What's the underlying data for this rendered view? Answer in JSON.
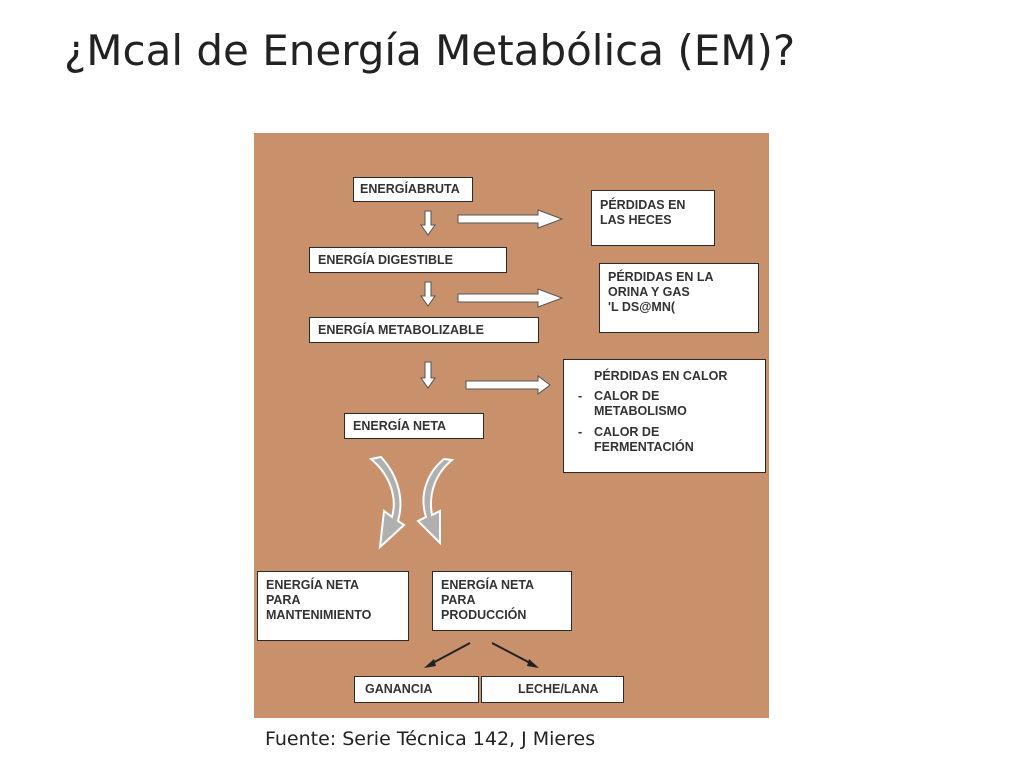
{
  "title": "¿Mcal de Energía Metabólica (EM)?",
  "source": "Fuente: Serie Técnica 142, J Mieres",
  "colors": {
    "background": "#c8916c",
    "box": "#ffffff",
    "border": "#2b2b2b",
    "bend_arrow": "#b0b0b0"
  },
  "diagram": {
    "energia_bruta": "ENERGÍABRUTA",
    "energia_digestible": "ENERGÍA DIGESTIBLE",
    "energia_metabolizable": "ENERGÍA METABOLIZABLE",
    "energia_neta": "ENERGÍA NETA",
    "perdidas_heces": [
      "PÉRDIDAS EN",
      "LAS HECES"
    ],
    "perdidas_orina": [
      "PÉRDIDAS EN LA",
      "ORINA Y GAS",
      "'L DS@MN("
    ],
    "perdidas_calor": {
      "title": "PÉRDIDAS  EN  CALOR",
      "items": [
        {
          "dash": "-",
          "lines": [
            "CALOR  DE",
            "METABOLISMO"
          ]
        },
        {
          "dash": "-",
          "lines": [
            "CALOR  DE",
            "FERMENTACIÓN"
          ]
        }
      ]
    },
    "neta_mantenimiento": [
      "ENERGÍA NETA",
      "PARA",
      "MANTENIMIENTO"
    ],
    "neta_produccion": [
      "ENERGÍA NETA",
      "PARA",
      "PRODUCCIÓN"
    ],
    "ganancia": "GANANCIA",
    "leche_lana": "LECHE/LANA"
  }
}
